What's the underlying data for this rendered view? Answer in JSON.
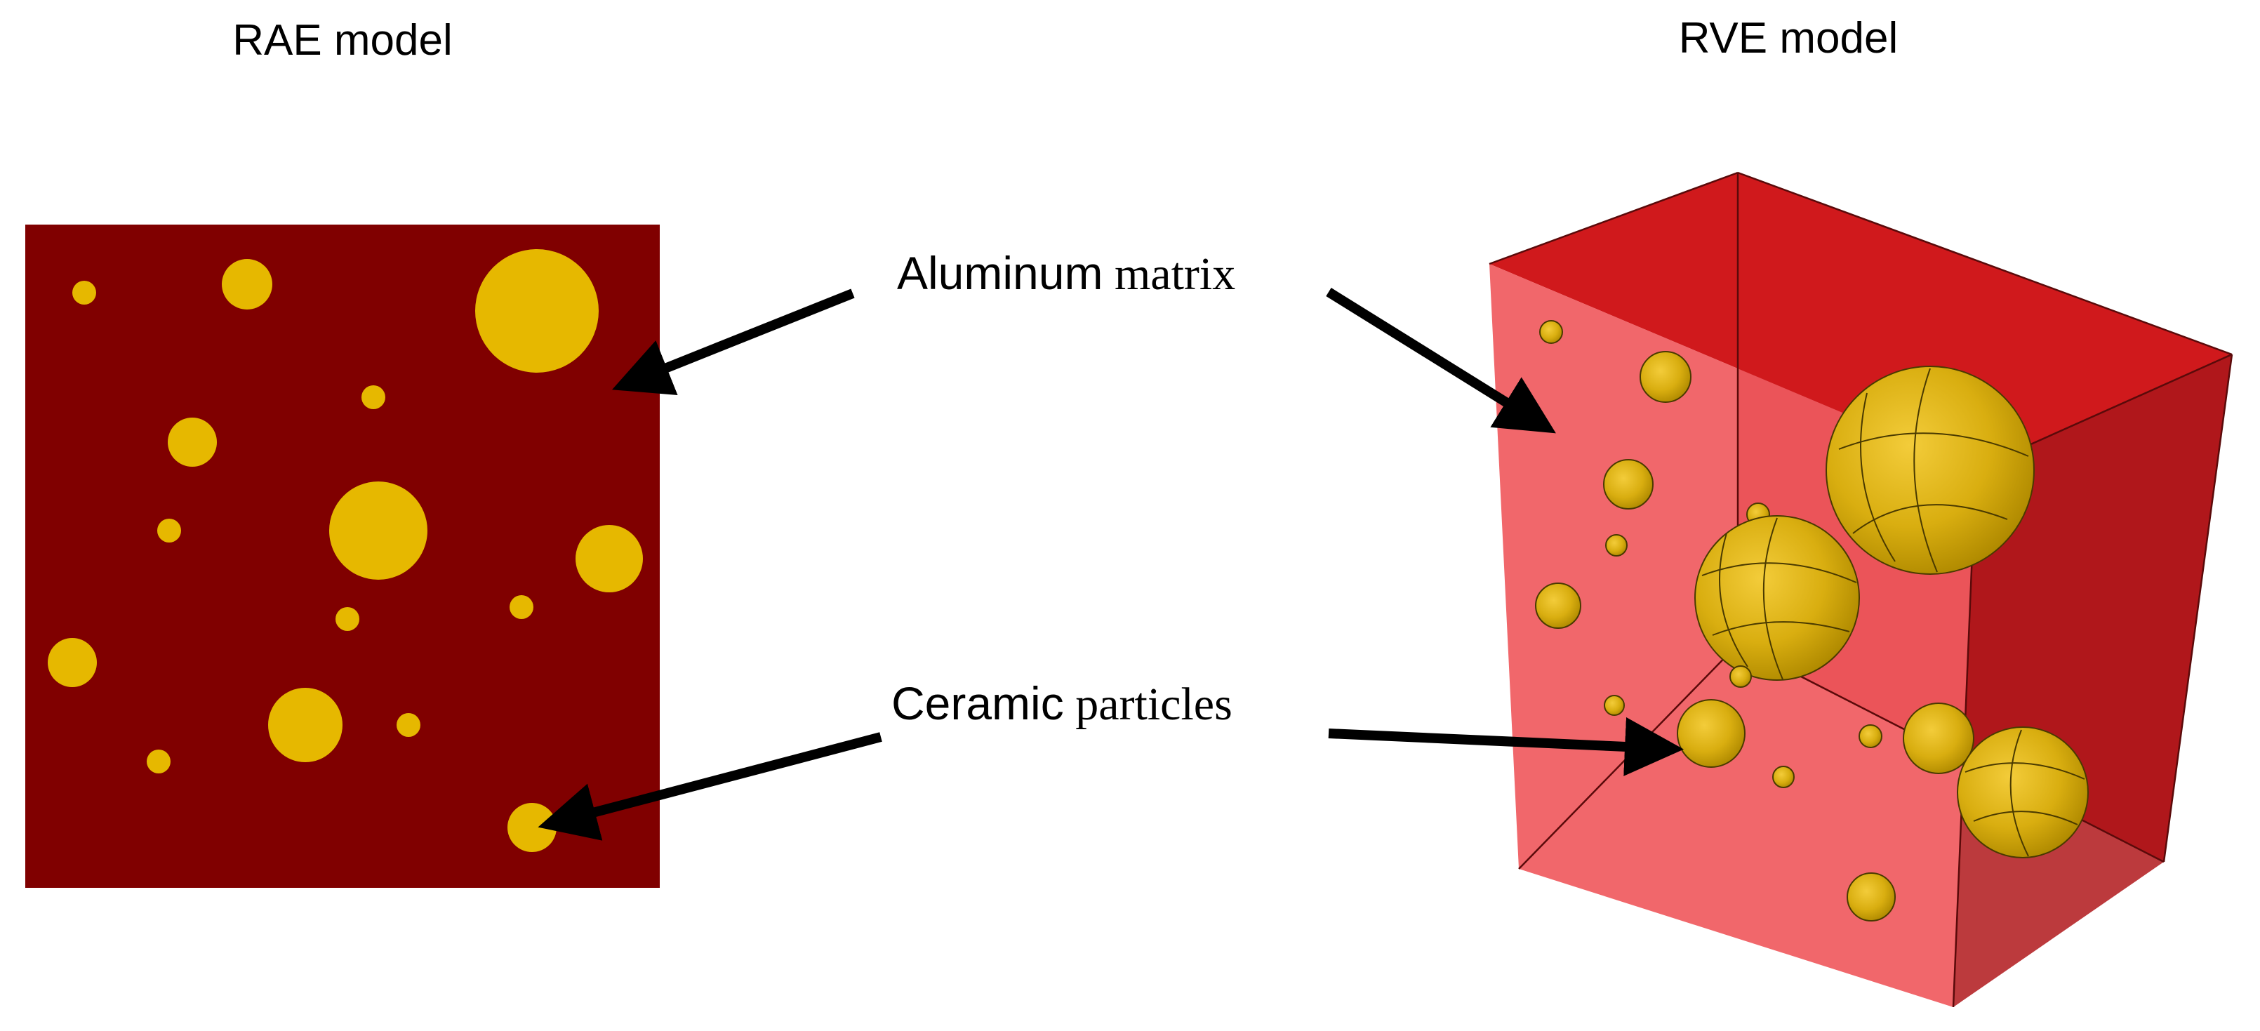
{
  "titles": {
    "left": "RAE model",
    "right": "RVE model"
  },
  "labels": {
    "matrix_prefix": "Aluminum",
    "matrix_suffix": " matrix",
    "particles_prefix": "Ceramic",
    "particles_suffix": " particles"
  },
  "colors": {
    "rae_matrix": "#800000",
    "particle": "#E6B800",
    "rve_front": "#F05A5E",
    "rve_top": "#D0191C",
    "rve_side": "#B0171B",
    "arrow": "#000000"
  }
}
